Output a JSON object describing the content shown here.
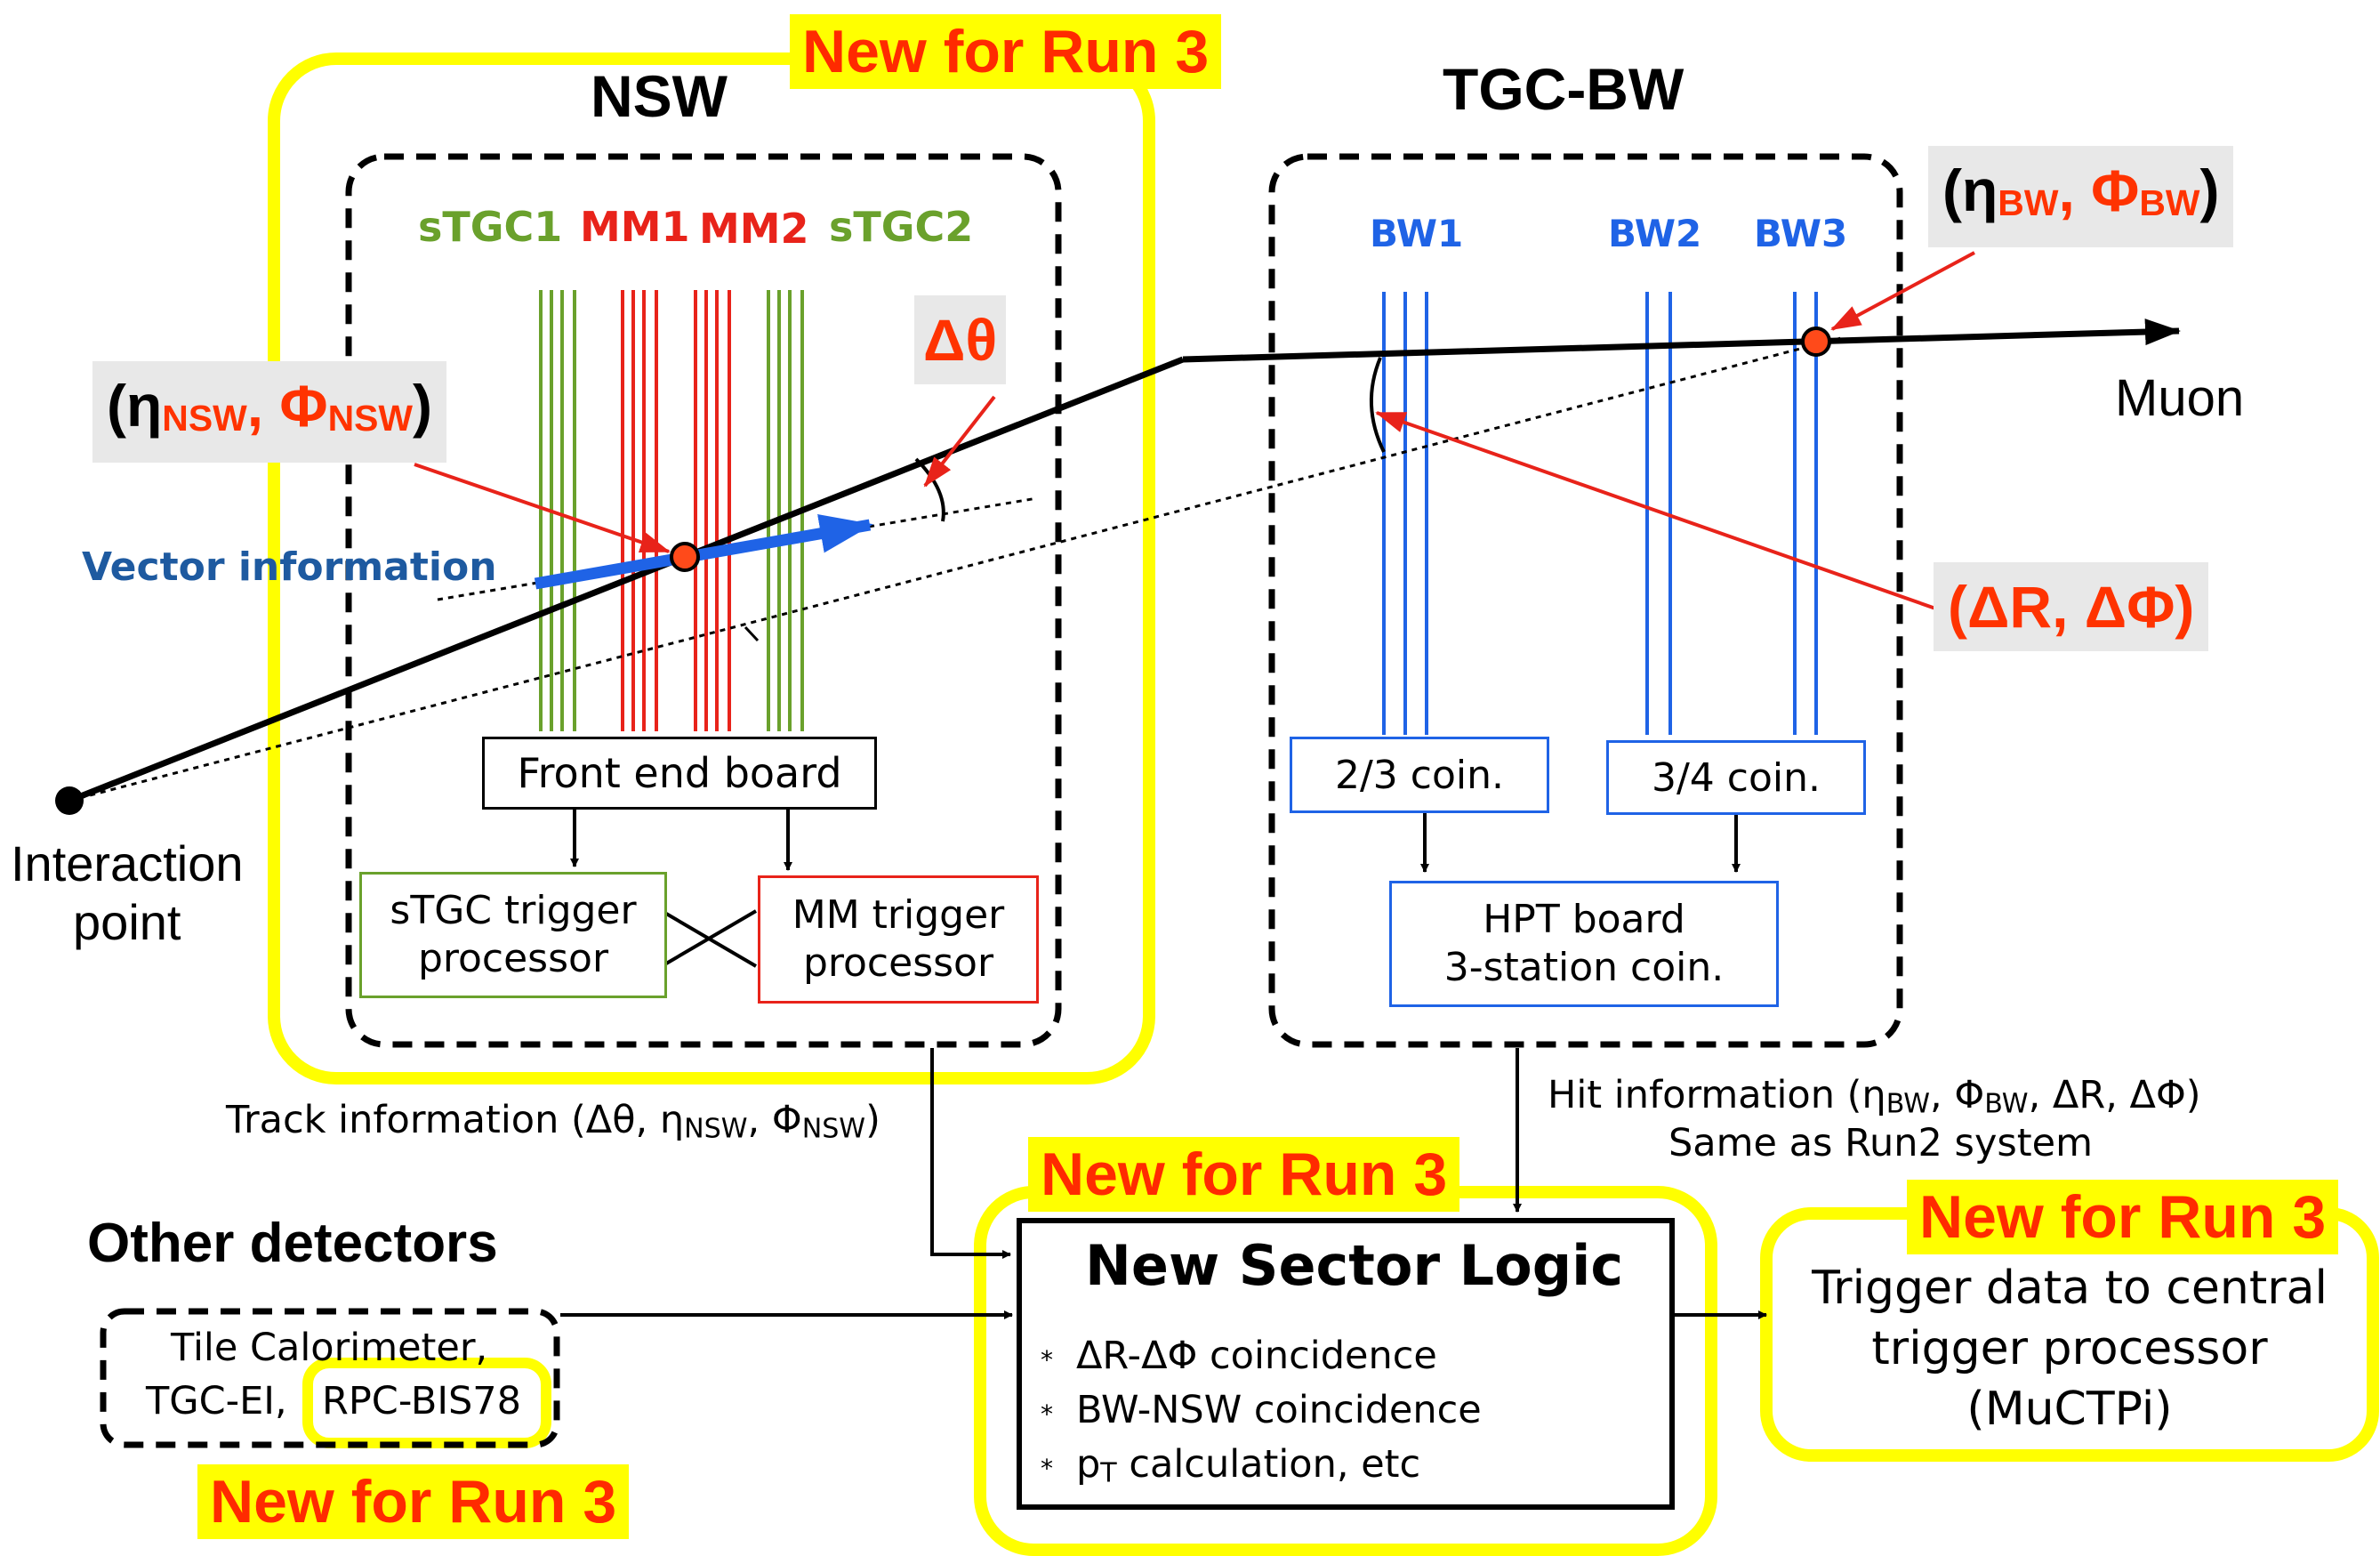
{
  "badges": {
    "top": "New for Run 3",
    "sector_logic": "New for Run 3",
    "trigger_data": "New for Run 3",
    "other_detectors": "New for Run 3"
  },
  "nsw": {
    "title": "NSW",
    "layers": {
      "stgc1": "sTGC1",
      "mm1": "MM1",
      "mm2": "MM2",
      "stgc2": "sTGC2"
    },
    "front_end_board": "Front end board",
    "stgc_processor": [
      "sTGC trigger",
      "processor"
    ],
    "mm_processor": [
      "MM trigger",
      "processor"
    ]
  },
  "tgc_bw": {
    "title": "TGC-BW",
    "layers": {
      "bw1": "BW1",
      "bw2": "BW2",
      "bw3": "BW3"
    },
    "coin_23": "2/3 coin.",
    "coin_34": "3/4 coin.",
    "hpt_board": [
      "HPT board",
      "3-station coin."
    ]
  },
  "labels": {
    "vector_information": "Vector information",
    "muon": "Muon",
    "interaction_point": [
      "Interaction",
      "point"
    ],
    "delta_theta": "Δθ",
    "track_information": "Track information (Δθ, η",
    "hit_information": "Hit information (η",
    "same_as_run2": "Same as Run2 system",
    "other_detectors_title": "Other detectors",
    "other_detectors_line1": "Tile Calorimeter,",
    "other_detectors_line2": "TGC-EI,",
    "rpc_bis78": "RPC-BIS78"
  },
  "coords": {
    "nsw_open": "(η",
    "nsw_sub": "NSW",
    "nsw_mid": ", Φ",
    "bw_open": "(η",
    "bw_sub": "BW",
    "bw_mid": ", Φ",
    "delta": "(ΔR, ΔΦ)"
  },
  "sector_logic": {
    "title": "New Sector Logic",
    "items": [
      "ΔR-ΔΦ coincidence",
      "BW-NSW coincidence",
      "p",
      "calculation, etc"
    ],
    "pt_sub": "T"
  },
  "trigger_data": [
    "Trigger data to central",
    "trigger processor",
    "(MuCTPi)"
  ],
  "colors": {
    "stgc_green": "#6aa12c",
    "mm_red": "#e8231a",
    "bw_blue": "#1f63e6",
    "highlight_yellow": "#ffff00",
    "accent_red": "#ff3300",
    "vector_blue": "#1e5aa0"
  }
}
